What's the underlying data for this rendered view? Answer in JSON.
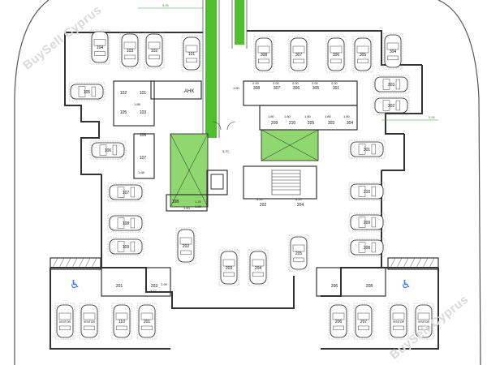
{
  "watermark": "BuySell Cyprus",
  "colors": {
    "green": "#4fbf2f",
    "greenLight": "#8fd870",
    "line": "#222222",
    "wall": "#333333"
  },
  "car_labels": {
    "top_left": [
      "104",
      "103",
      "102",
      "101"
    ],
    "top_right": [
      "308",
      "307",
      "306",
      "305",
      "304"
    ],
    "right_upper": [
      "303",
      "302"
    ],
    "left_mid": [
      "105",
      "106",
      "107",
      "108",
      "109"
    ],
    "right_mid": [
      "301",
      "210",
      "209",
      "208"
    ],
    "center_bottom": [
      "202",
      "203",
      "204",
      "205"
    ],
    "bottom_left": [
      "VISITOR",
      "VISITOR",
      "110",
      "201"
    ],
    "bottom_right": [
      "206",
      "207",
      "VISITOR",
      "VISITOR"
    ]
  },
  "storage": {
    "left_a": [
      "102",
      "101"
    ],
    "left_b": [
      "105",
      "103"
    ],
    "left_c": [
      "106",
      "107"
    ],
    "top_right_row": [
      "308",
      "307",
      "306",
      "305",
      "301"
    ],
    "mid_right_row": [
      "209",
      "210",
      "205",
      "303",
      "304"
    ],
    "bottom_left": [
      "201",
      "203"
    ],
    "bottom_right": [
      "206",
      "208"
    ],
    "center": [
      "202",
      "204"
    ],
    "single": "108"
  },
  "room_labels": {
    "plant": "AHK"
  },
  "dims": {
    "top": "5.95",
    "right": "5.95",
    "d1": "1.80",
    "d2": "3.70",
    "d3": "1.60",
    "w200": "2.00",
    "w180": "1.80",
    "w150": "1.50",
    "w125": "1.25",
    "w320": "3.20",
    "w420": "4.20",
    "w168": "1.68",
    "w190": "1.90",
    "w317": "3.17",
    "w188": "1.88"
  }
}
